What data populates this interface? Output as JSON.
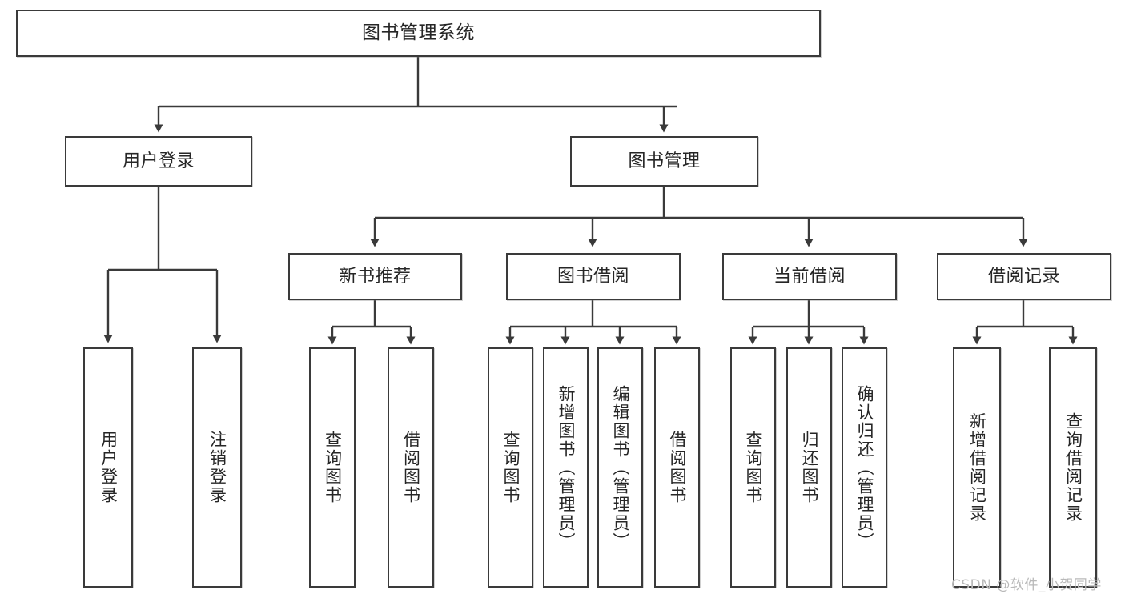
{
  "diagram": {
    "title": "图书管理系统",
    "type": "tree-hierarchy-diagram",
    "colors": {
      "box_border": "#3a3a3a",
      "box_fill": "#ffffff",
      "connector": "#3a3a3a",
      "text": "#262626",
      "watermark": "#b9b9b9",
      "background": "#ffffff"
    },
    "root": {
      "label": "图书管理系统"
    },
    "level2": [
      {
        "label": "用户登录"
      },
      {
        "label": "图书管理"
      }
    ],
    "level3": [
      {
        "label": "新书推荐"
      },
      {
        "label": "图书借阅"
      },
      {
        "label": "当前借阅"
      },
      {
        "label": "借阅记录"
      }
    ],
    "leaves": {
      "user_login": [
        {
          "label": "用户登录"
        },
        {
          "label": "注销登录"
        }
      ],
      "new_book_recommend": [
        {
          "label": "查询图书"
        },
        {
          "label": "借阅图书"
        }
      ],
      "book_borrow": [
        {
          "label": "查询图书"
        },
        {
          "label": "新增图书（管理员）"
        },
        {
          "label": "编辑图书（管理员）"
        },
        {
          "label": "借阅图书"
        }
      ],
      "current_borrow": [
        {
          "label": "查询图书"
        },
        {
          "label": "归还图书"
        },
        {
          "label": "确认归还（管理员）"
        }
      ],
      "borrow_record": [
        {
          "label": "新增借阅记录"
        },
        {
          "label": "查询借阅记录"
        }
      ]
    }
  },
  "watermark": {
    "text": "CSDN @软件_小贺同学"
  }
}
